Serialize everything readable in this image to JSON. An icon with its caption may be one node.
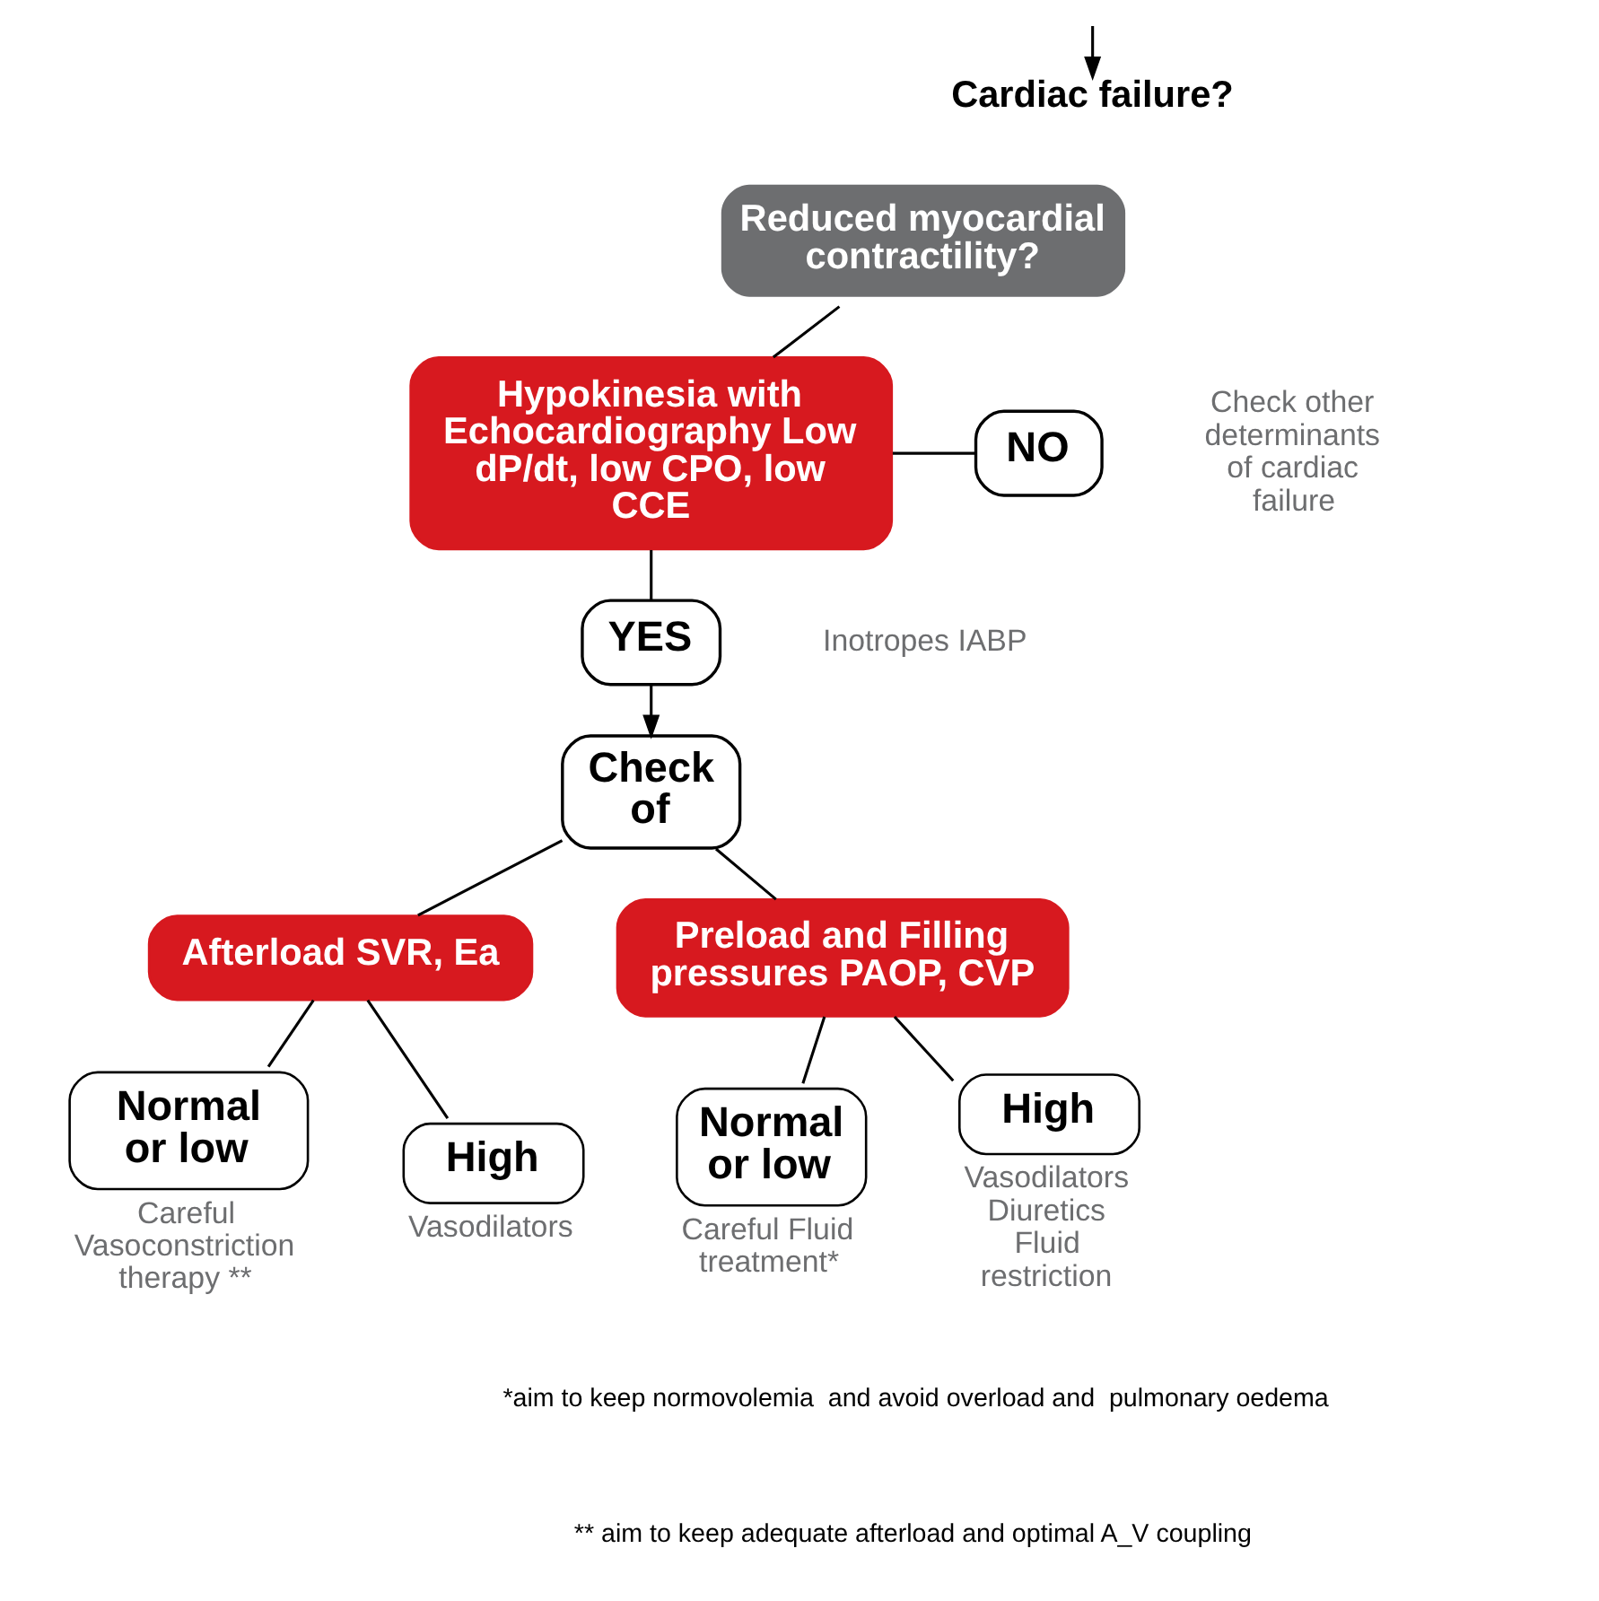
{
  "diagram": {
    "nodes": [
      {
        "text": [
          "Cardiac failure?"
        ]
      },
      {
        "text": [
          "Reduced myocardial contractility?"
        ]
      },
      {
        "text": [
          "Hypokinesia with Echocardiography Low dP/dt, low CPO, low CCE"
        ]
      },
      {
        "text": [
          "NO"
        ],
        "beside": [
          "Check other determinants of cardiac failure"
        ]
      },
      {
        "text": [
          "YES"
        ],
        "beside": [
          "Inotropes IABP"
        ]
      },
      {
        "text": [
          "Check of"
        ]
      },
      {
        "text": [
          "Preload and Filling pressures PAOP, CVP"
        ]
      },
      {
        "text": [
          "Afterload SVR, Ea"
        ]
      },
      {
        "text": [
          "High"
        ],
        "beside": [
          "Vasodilators Diuretics Fluid restriction"
        ]
      },
      {
        "text": [
          "Normal or low"
        ],
        "beside": [
          "Careful Fluid treatment*"
        ]
      },
      {
        "text": [
          "High"
        ],
        "beside": [
          "Vasodilators"
        ]
      },
      {
        "text": [
          "Normal or low"
        ],
        "beside": [
          "Careful Vasoconstriction therapy **"
        ]
      }
    ],
    "edges": [
      {
        "from": null,
        "to": 0,
        "arrow": "to"
      },
      {
        "from": 1,
        "to": 2,
        "arrow": "none"
      },
      {
        "from": 2,
        "to": 3,
        "arrow": "none"
      },
      {
        "from": 2,
        "to": 4,
        "arrow": "none"
      },
      {
        "from": 4,
        "to": 5,
        "arrow": "to"
      },
      {
        "from": 5,
        "to": 6,
        "arrow": "none"
      },
      {
        "from": 5,
        "to": 7,
        "arrow": "none"
      },
      {
        "from": 6,
        "to": 8,
        "arrow": "none"
      },
      {
        "from": 6,
        "to": 9,
        "arrow": "none"
      },
      {
        "from": 7,
        "to": 10,
        "arrow": "none"
      },
      {
        "from": 7,
        "to": 11,
        "arrow": "none"
      }
    ],
    "labels": [
      "*aim to keep normovolemia  and avoid overload and  pulmonary oedema",
      "** aim to keep adequate afterload and optimal A_V coupling"
    ]
  }
}
